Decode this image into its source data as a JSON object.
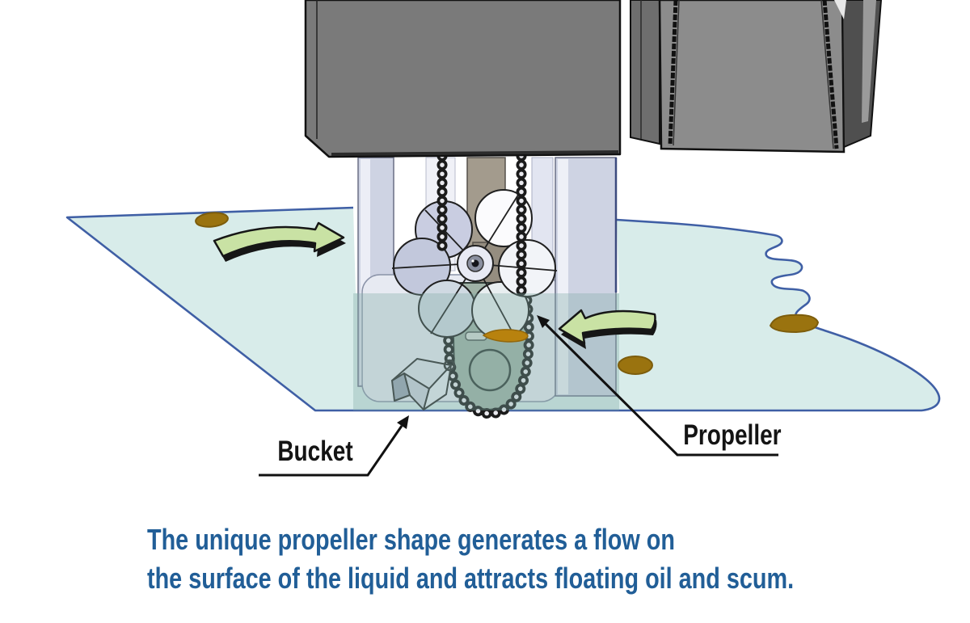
{
  "diagram": {
    "title_hidden": "",
    "labels": {
      "bucket": "Bucket",
      "propeller": "Propeller"
    },
    "caption": {
      "line1": "The unique propeller shape generates a flow on",
      "line2": "the surface of the liquid and attracts floating oil and scum."
    },
    "colors": {
      "water_fill": "#d8ecea",
      "water_border": "#3f5fa5",
      "submerged_tint": "rgba(128,172,165,0.35)",
      "flow_arrow_green": "#c9e2a4",
      "oil_scum_brown": "#9a730f",
      "oil_streak_orange": "#b8820e",
      "machine_gray": "#7a7a7a",
      "column_lavender": "#ced3e3",
      "housing_green_gray": "#9fb2a6",
      "caption_blue": "#215e97",
      "label_black": "#141414"
    }
  }
}
